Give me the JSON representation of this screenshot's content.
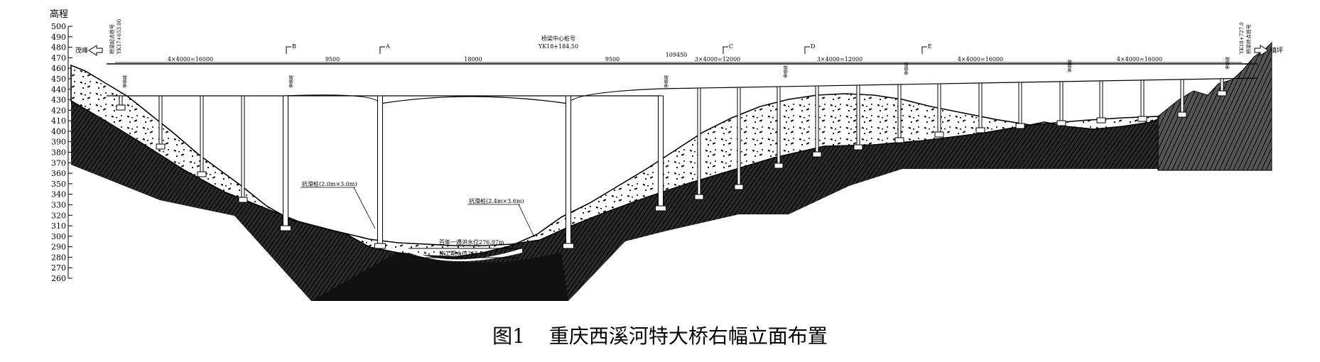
{
  "figure": {
    "number": "图1",
    "title": "重庆西溪河特大桥右幅立面布置"
  },
  "axis": {
    "label": "高程",
    "ticks": [
      500,
      490,
      480,
      470,
      460,
      450,
      440,
      430,
      420,
      410,
      400,
      390,
      380,
      370,
      360,
      350,
      340,
      330,
      320,
      310,
      300,
      290,
      280,
      270,
      260
    ]
  },
  "directions": {
    "left": "茂峰",
    "right": "镇坪"
  },
  "stations": {
    "start_label": "桥梁起点桩号",
    "start_value": "YK17+653.00",
    "center_label": "桥梁中心桩号",
    "center_value": "YK18+184.50",
    "end_label": "桥梁终点桩号",
    "end_value": "YK18+727.0"
  },
  "spans": [
    "4×4000=16000",
    "9500",
    "18000",
    "9500",
    "3×4000=12000",
    "3×4000=12000",
    "4×4000=16000",
    "4×4000=16000"
  ],
  "overall_dimension": "109450",
  "sections": [
    "B",
    "A",
    "C",
    "D",
    "E"
  ],
  "piles": {
    "left": "抗滑桩(2.0m×3.0m)",
    "right": "抗滑桩(2.4m×3.6m)"
  },
  "water": {
    "flood": "百年一遇洪水位276.97m",
    "construction": "施工期水位265.80"
  },
  "pier_tag": "伸缩缝"
}
